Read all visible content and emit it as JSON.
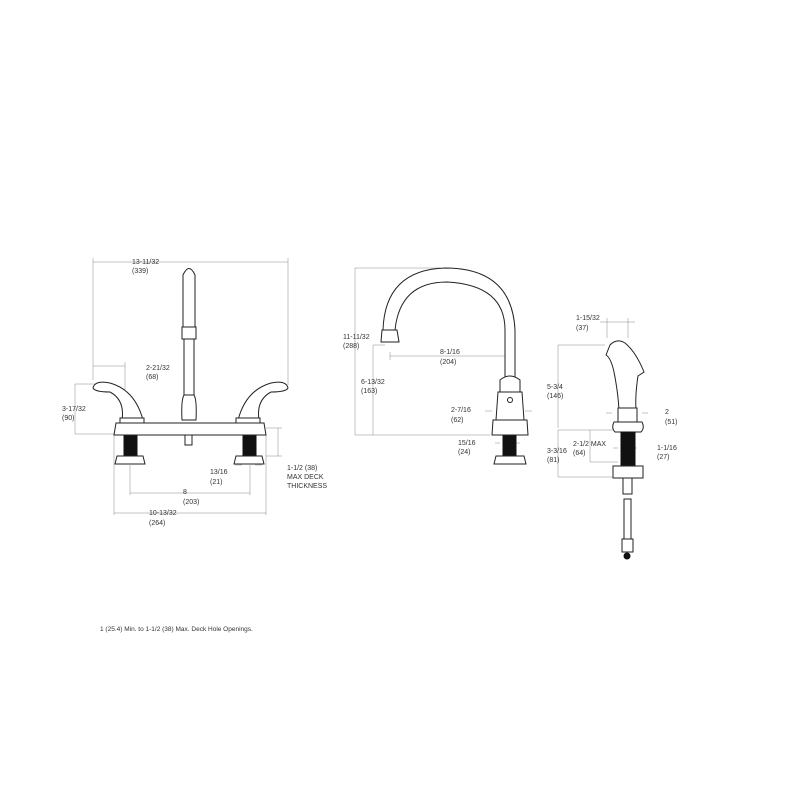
{
  "faucet_front": {
    "overall_width": [
      "13-11/32",
      "(339)"
    ],
    "handle_reach": [
      "2-21/32",
      "(68)"
    ],
    "handle_height": [
      "3-17/32",
      "(90)"
    ],
    "shank_dia": [
      "13/16",
      "(21)"
    ],
    "center_spacing": [
      "8",
      "(203)"
    ],
    "base_width": [
      "10-13/32",
      "(264)"
    ],
    "deck": [
      "1-1/2  (38)",
      "MAX  DECK",
      "THICKNESS"
    ]
  },
  "faucet_side": {
    "overall_height": [
      "11-11/32",
      "(288)"
    ],
    "spout_height": [
      "6-13/32",
      "(163)"
    ],
    "spout_reach": [
      "8-1/16",
      "(204)"
    ],
    "base_dia": [
      "2-7/16",
      "(62)"
    ],
    "shank_dia": [
      "15/16",
      "(24)"
    ]
  },
  "sprayer": {
    "head_width": [
      "1-15/32",
      "(37)"
    ],
    "height": [
      "5-3/4",
      "(146)"
    ],
    "base_dia": [
      "2",
      "(51)"
    ],
    "max_deck": [
      "2-1/2  MAX",
      "(64)"
    ],
    "shank_length": [
      "3-3/16",
      "(81)"
    ],
    "shank_dia": [
      "1-1/16",
      "(27)"
    ]
  },
  "footnote": "1 (25.4) Min. to 1-1/2 (38) Max. Deck Hole Openings."
}
